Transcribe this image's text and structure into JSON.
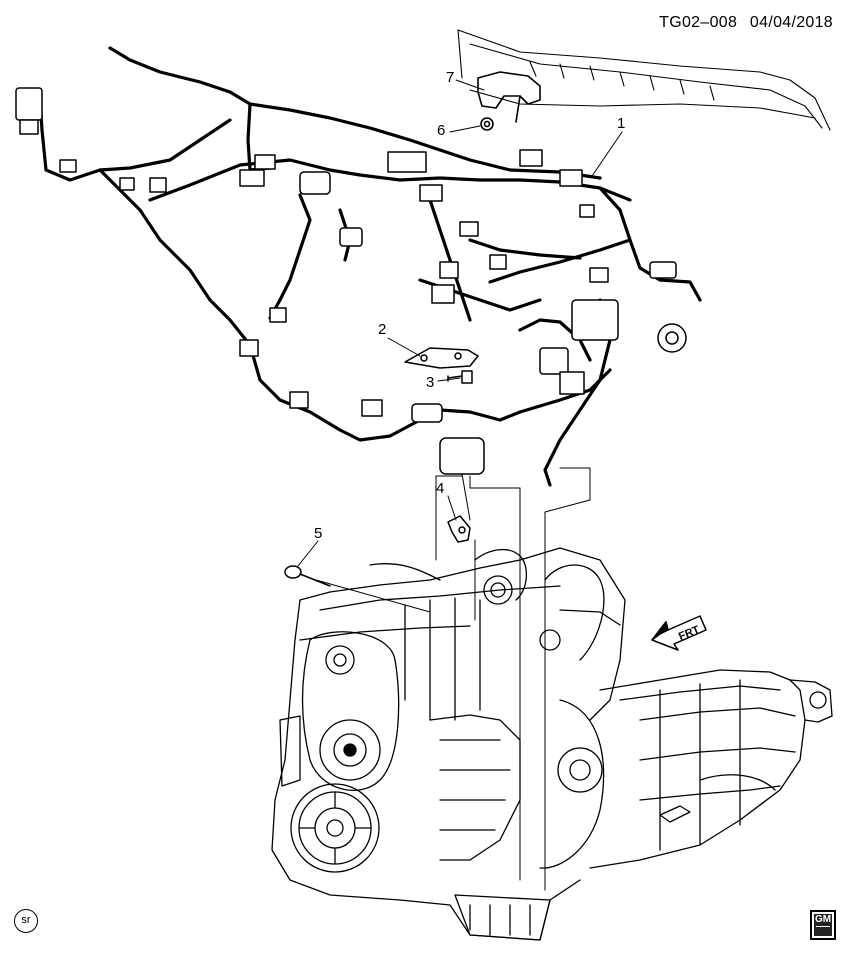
{
  "diagram": {
    "reference_code": "TG02–008",
    "date": "04/04/2018",
    "callouts": [
      "1",
      "2",
      "3",
      "4",
      "5",
      "6",
      "7"
    ],
    "front_arrow_label": "FRT",
    "footer_symbol": "sr",
    "logo_text": "GM"
  }
}
